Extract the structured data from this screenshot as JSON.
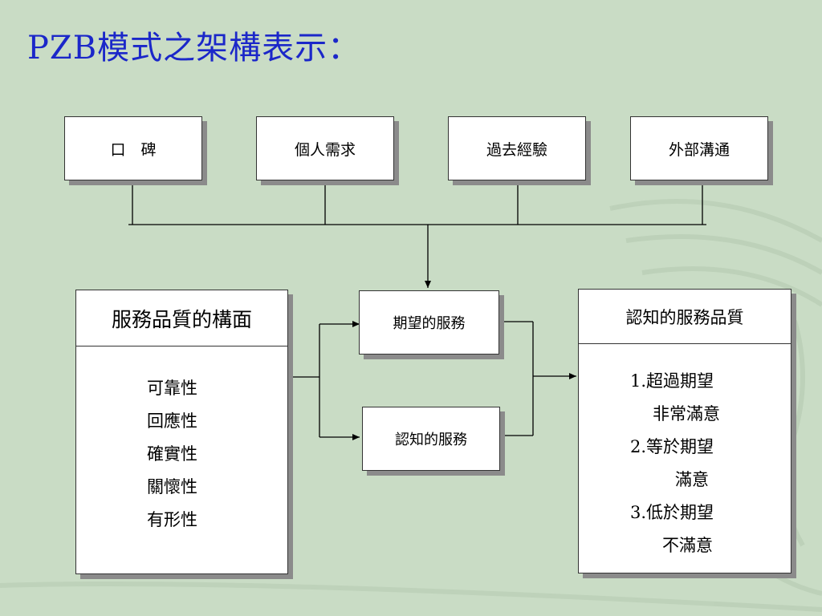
{
  "title": "PZB模式之架構表示：",
  "top_factors": [
    "口　碑",
    "個人需求",
    "過去經驗",
    "外部溝通"
  ],
  "expected_service": "期望的服務",
  "perceived_service": "認知的服務",
  "dimensions": {
    "header": "服務品質的構面",
    "items": [
      "可靠性",
      "回應性",
      "確實性",
      "關懷性",
      "有形性"
    ]
  },
  "perceived_quality": {
    "header": "認知的服務品質",
    "items": [
      "1.超過期望",
      "非常滿意",
      "2.等於期望",
      "滿意",
      "3.低於期望",
      "不滿意"
    ]
  },
  "colors": {
    "background": "#c9dcc5",
    "title": "#1b27c9",
    "shadow": "#8b8b8b"
  }
}
